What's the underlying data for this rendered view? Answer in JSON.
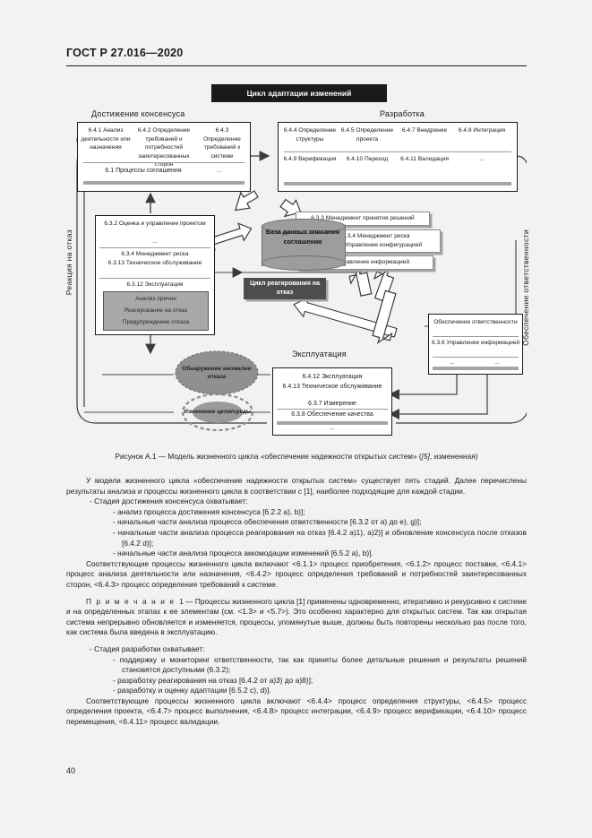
{
  "header": {
    "standard": "ГОСТ Р 27.016—2020",
    "page_number": "40"
  },
  "figure": {
    "title_bar": "Цикл адаптации изменений",
    "column_captions": {
      "left": "Достижение консенсуса",
      "right": "Разработка",
      "exploitation": "Эксплуатация"
    },
    "side_captions": {
      "left": "Реакция на отказ",
      "right": "Обеспечение ответственности"
    },
    "box_a": {
      "cells": [
        "6.4.1 Анализ деятель­ности или назначе­ния",
        "6.4.2 Определение требований и потребностей заинтересованных сторон",
        "6.4.3 Определение требований к системе"
      ],
      "row2_left": "6.1 Процессы соглашения",
      "row2_right": "..."
    },
    "box_b": {
      "row1": [
        "6.4.4 Определение структуры",
        "6.4.5 Определение проекта",
        "6.4.7 Внедрение",
        "6.4.8 Интеграция"
      ],
      "row2": [
        "6.4.9 Верификация",
        "6.4.10 Переход",
        "6.4.11 Валидация",
        "..."
      ]
    },
    "box_c": {
      "line1": "6.3.2 Оценка и управление проектом",
      "line2": "...",
      "line3": "6.3.4 Менеджмент риска",
      "line4": "6.3.13 Техническое обслуживание",
      "line5": "6.3.12 Эксплуатация",
      "panel": [
        "Анализ причин",
        "Реагирование на отказ",
        "Предупреждение отказа"
      ]
    },
    "box_d": {
      "lines": [
        "6.4.12 Эксплуатация",
        "6.4.13 Техническое обслуживание",
        "6.3.7 Измерение",
        "6.3.8 Обеспечение качества"
      ],
      "dots": "..."
    },
    "box_e": {
      "title": "Обеспечение ответственности",
      "line": "6.3.6 Управление информацией",
      "dots_left": "...",
      "dots_right": "..."
    },
    "database": "База данных описания соглашения",
    "labels": {
      "decision_mgmt": "6.3.3 Менеджмент принятия решений",
      "risk_config": "6.3.4 Менеджмент риска\n6.3.5 Управление конфигурацией",
      "info_mgmt": "6.3.6 Управление информацией",
      "failure_cycle": "Цикл реагирования на отказ"
    },
    "bursts": {
      "anomaly": "Обнаружение аномалии отказа",
      "env_change": "Изменение цели/среды"
    },
    "caption_pre": "Рисунок А.1 — Модель жизненного цикла «обеспечение надежности открытых систем» (",
    "caption_it": "[5]",
    "caption_post": ", измененная)"
  },
  "body": {
    "p1": "У модели жизненного цикла «обеспечение надежности открытых систем» существует пять стадий. Далее перечислены результаты анализа и процессы жизненного цикла в соответствии с [1], наиболее подходящие для каждой стадии.",
    "b1": "- Стадия достижения консенсуса охватывает:",
    "b1a": "- анализ процесса достижения консенсуса [6.2.2 a), b)];",
    "b1b": "- начальные части анализа процесса обеспечения ответственности [6.3.2 от a) до e), g)];",
    "b1c": "- начальные части анализа процесса реагирования на отказ [6.4.2 a)1), a)2)] и обновление консенсуса после отказов [6.4.2 d)];",
    "b1d": "- начальные части анализа процесса аккомодации изменений [6.5.2 a), b)].",
    "p2": "Соответствующие процессы жизненного цикла включают <6.1.1> процесс приобретения, <6.1.2> процесс поставки, <6.4.1> процесс анализа деятельности или назначения, <6.4.2> процесс определения требований и потребностей заинтересованных сторон, <6.4.3> процесс определения требований к системе.",
    "note_label": "П р и м е ч а н и е",
    "note_text": "1 — Процессы жизненного цикла [1] применены одновременно, итеративно и рекурсивно к системе и на определенных этапах к ее элементам (см. <1.3> и <5.7>). Это особенно характерно для открытых систем. Так как открытая система непрерывно обновляется и изменяется, процессы, упомянутые выше, должны быть повторены несколько раз после того, как система была введена в эксплуатацию.",
    "b2": "- Стадия разработки охватывает:",
    "b2a": "- поддержку и мониторинг ответственности, так как приняты более детальные решения и результаты решений становятся доступными (6.3.2);",
    "b2b": "- разработку реагирования на отказ [6.4.2 от a)3) до a)8)];",
    "b2c": "- разработку и оценку адаптации [6.5.2 c), d)].",
    "p3": "Соответствующие процессы жизненного цикла включают <6.4.4> процесс определения структуры, <6.4.5> процесс определения проекта, <6.4.7> процесс выполнения, <6.4.8> процесс интеграции, <6.4.9> процесс верификации, <6.4.10> процесс перемещения, <6.4.11> процесс валидации."
  }
}
